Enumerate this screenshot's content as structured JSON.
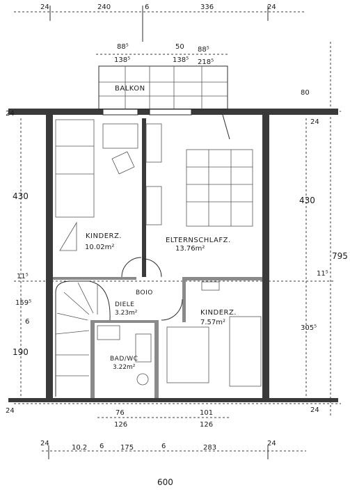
{
  "rooms": {
    "balkon": {
      "name": "BALKON"
    },
    "kinderzimmer_1": {
      "name": "KINDERZ.",
      "area": "10.02m²"
    },
    "elternschlafzimmer": {
      "name": "ELTERNSCHLAFZ.",
      "area": "13.76m²"
    },
    "diele": {
      "name": "DIELE",
      "area": "3.23m²"
    },
    "bad_wc": {
      "name": "BAD/WC",
      "area": "3.22m²"
    },
    "kinderzimmer_2": {
      "name": "KINDERZ.",
      "area": "7.57m²"
    },
    "boiler_label": "BOIO"
  },
  "dimensions": {
    "top": {
      "d24_left": "24",
      "d240": "240",
      "d6": "6",
      "d336": "336",
      "d24_right": "24",
      "d88_5_a": "88⁵",
      "d138_5_a": "138⁵",
      "d50": "50",
      "d138_5_b": "138⁵",
      "d88_5_b": "88⁵",
      "d218_5": "218⁵"
    },
    "left": {
      "d24_top": "24",
      "d430": "430",
      "d11_5": "11⁵",
      "d159_5": "159⁵",
      "d6": "6",
      "d190": "190",
      "d24_bottom": "24"
    },
    "right": {
      "d80": "80",
      "d24_top": "24",
      "d430": "430",
      "d795": "795",
      "d11_5": "11⁵",
      "d305_5": "305⁵",
      "d24_bottom": "24"
    },
    "bottom": {
      "d76": "76",
      "d126_a": "126",
      "d101": "101",
      "d126_b": "126",
      "d24_left": "24",
      "d10_2": "10.2",
      "d6_a": "6",
      "d175": "175",
      "d6_b": "6",
      "d283": "283",
      "d24_right": "24",
      "d600": "600"
    }
  },
  "colors": {
    "ink": "#1a1a1a",
    "wall": "#3a3a3a",
    "paper": "#ffffff"
  }
}
